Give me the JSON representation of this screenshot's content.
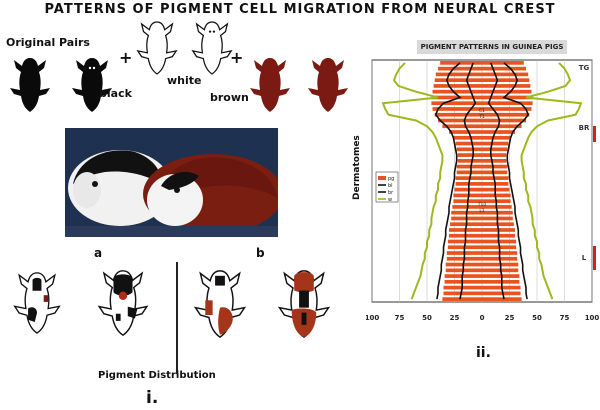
{
  "title": "PATTERNS OF PIGMENT CELL MIGRATION FROM NEURAL CREST",
  "labels": {
    "original_pairs": "Original Pairs",
    "black": "black",
    "white": "white",
    "brown": "brown",
    "plus": "+",
    "photo_a": "a",
    "photo_b": "b",
    "pigment_distribution": "Pigment Distribution",
    "panel_i": "i.",
    "panel_ii": "ii."
  },
  "colors": {
    "black": "#0a0a0a",
    "brown": "#7a1a12",
    "bar_orange": "#e8531f",
    "line_green": "#9aba1e",
    "line_black": "#111111",
    "chart_tick_red": "#cc2222"
  },
  "chart_data": {
    "type": "bar",
    "title": "PIGMENT PATTERNS IN GUINEA PIGS",
    "ylabel": "Dermatomes",
    "xlabel": "",
    "x_ticks": [
      "100",
      "75",
      "50",
      "25",
      "0",
      "25",
      "50",
      "75",
      "100"
    ],
    "xlim": [
      -100,
      100
    ],
    "region_labels": [
      "TG",
      "BR",
      "L"
    ],
    "legend": [
      "pg",
      "bl",
      "br",
      "w"
    ],
    "inner_labels": [
      "C1",
      "T1",
      "T10",
      "L1"
    ],
    "rows": 42,
    "bar_half_width": [
      38,
      40,
      42,
      43,
      44,
      45,
      46,
      46,
      45,
      43,
      40,
      36,
      30,
      26,
      24,
      23,
      22,
      22,
      23,
      23,
      24,
      24,
      25,
      26,
      26,
      27,
      28,
      28,
      29,
      30,
      30,
      31,
      31,
      32,
      32,
      33,
      33,
      34,
      34,
      35,
      35,
      36
    ],
    "green_outline": [
      70,
      75,
      78,
      80,
      76,
      60,
      40,
      90,
      88,
      85,
      60,
      50,
      45,
      42,
      40,
      38,
      36,
      36,
      37,
      38,
      38,
      40,
      40,
      42,
      42,
      44,
      45,
      46,
      46,
      48,
      48,
      50,
      50,
      52,
      52,
      54,
      55,
      56,
      58,
      60,
      62,
      64
    ],
    "black_inner": [
      8,
      10,
      12,
      14,
      12,
      10,
      8,
      6,
      10,
      14,
      16,
      15,
      12,
      10,
      9,
      8,
      8,
      9,
      10,
      10,
      11,
      12,
      12,
      12,
      13,
      13,
      14,
      14,
      14,
      15,
      15,
      15,
      16,
      16,
      16,
      17,
      17,
      18,
      18,
      18,
      19,
      20
    ],
    "black_outer": [
      20,
      26,
      30,
      32,
      30,
      26,
      20,
      35,
      40,
      42,
      38,
      32,
      28,
      26,
      25,
      24,
      23,
      23,
      24,
      25,
      25,
      26,
      27,
      28,
      29,
      30,
      30,
      31,
      32,
      33,
      33,
      34,
      35,
      35,
      36,
      37,
      37,
      38,
      39,
      40,
      40,
      41
    ]
  }
}
